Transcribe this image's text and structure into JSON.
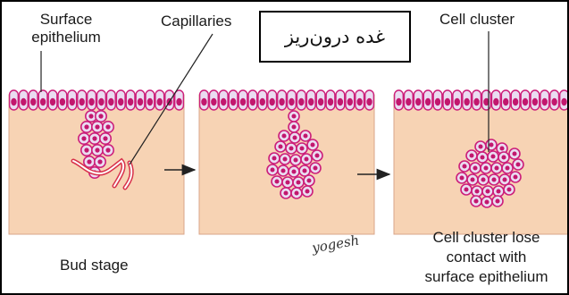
{
  "title": "غده درون‌ریز",
  "labels": {
    "surface_epithelium": [
      "Surface",
      "epithelium"
    ],
    "capillaries": "Capillaries",
    "cell_cluster": "Cell cluster",
    "bud_stage": "Bud stage",
    "cluster_lose_contact": [
      "Cell cluster lose",
      "contact with",
      "surface epithelium"
    ]
  },
  "signature": "yogesh",
  "colors": {
    "tissue": "#f7d3b4",
    "tissue_edge": "#d9a58a",
    "cell_fill": "#eadcf1",
    "cell_stroke": "#cc1f7a",
    "nucleus": "#c2176e",
    "capillary": "#d8314b",
    "arrow": "#222222"
  }
}
